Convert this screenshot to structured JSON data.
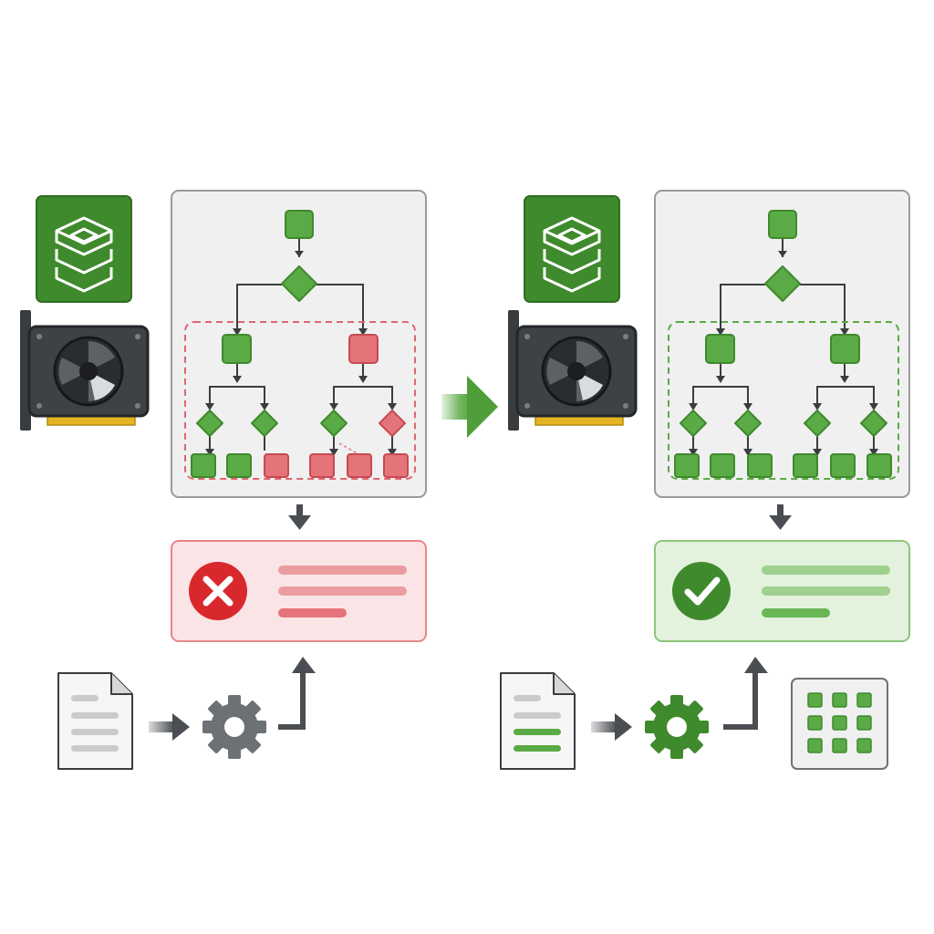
{
  "colors": {
    "green": "#5aaa45",
    "green_dark": "#3f8a2c",
    "green_light": "#e3f2dc",
    "red": "#e5737a",
    "red_dark": "#d8282d",
    "red_light": "#fbe4e5",
    "panel_bg": "#f0f0f1",
    "panel_border": "#9a9a9a",
    "ink": "#3a3d40",
    "gray_icon": "#6c7175",
    "logo_bg": "#3f8a2c"
  },
  "icons": [
    "stack-logo-icon",
    "gpu-card-icon",
    "document-icon",
    "gear-icon",
    "arrow-icon",
    "error-icon",
    "check-icon",
    "grid-icon",
    "decision-tree"
  ],
  "panels": [
    {
      "id": "before",
      "outcome": "failure",
      "region": "red",
      "top_node": "green",
      "branch_nodes": [
        "green",
        "red"
      ],
      "diamonds": [
        "green",
        "green",
        "green",
        "red"
      ],
      "leaves": [
        "green",
        "green",
        "red",
        "red",
        "red",
        "red"
      ]
    },
    {
      "id": "after",
      "outcome": "success",
      "region": "green",
      "top_node": "green",
      "branch_nodes": [
        "green",
        "green"
      ],
      "diamonds": [
        "green",
        "green",
        "green",
        "green"
      ],
      "leaves": [
        "green",
        "green",
        "green",
        "green",
        "green",
        "green"
      ]
    }
  ]
}
